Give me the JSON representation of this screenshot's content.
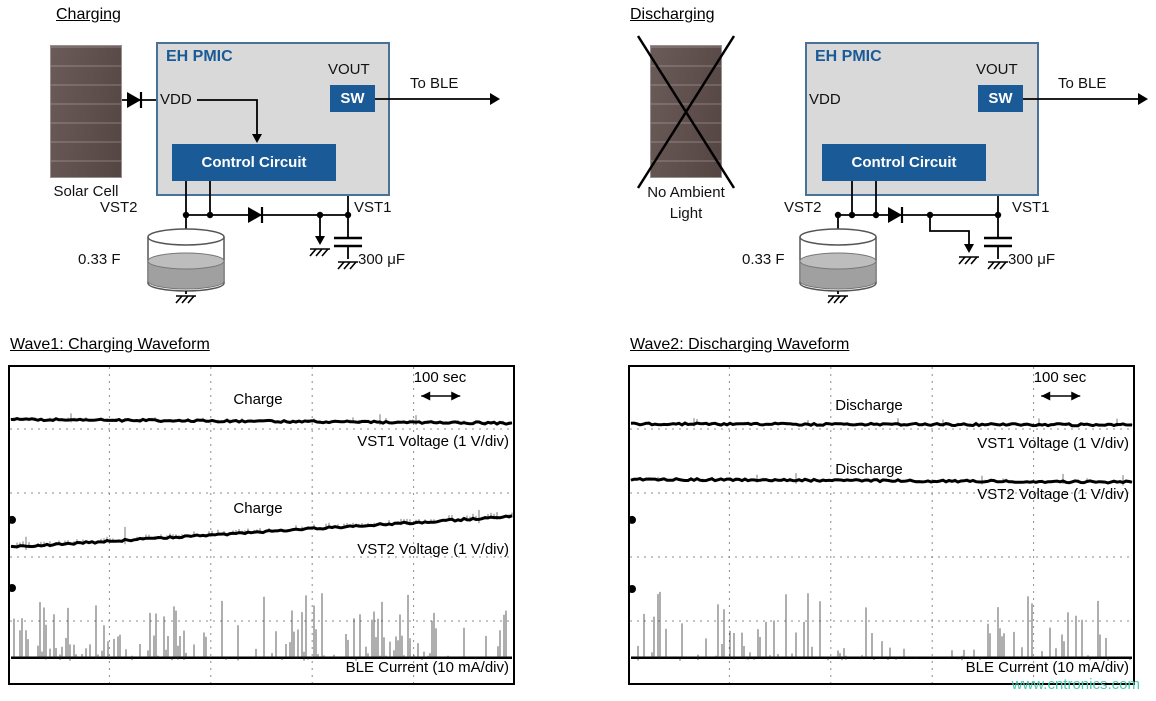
{
  "colors": {
    "accent": "#1a5a96",
    "pmic_fill": "#d9d9d9",
    "pmic_border": "#4a7299",
    "wire": "#000000",
    "watermark": "#4fc8b0"
  },
  "watermark": {
    "text": "www.cntronics.com"
  },
  "diagrams": {
    "charging": {
      "title": "Charging",
      "source_label": "Solar Cell",
      "pmic": {
        "name": "EH PMIC",
        "vdd": "VDD",
        "vout": "VOUT",
        "sw": "SW",
        "control": "Control Circuit"
      },
      "output_label": "To BLE",
      "vst2_label": "VST2",
      "vst1_label": "VST1",
      "supercap_value": "0.33 F",
      "cap_value": "300 μF"
    },
    "discharging": {
      "title": "Discharging",
      "source_label_line1": "No Ambient",
      "source_label_line2": "Light",
      "pmic": {
        "name": "EH PMIC",
        "vdd": "VDD",
        "vout": "VOUT",
        "sw": "SW",
        "control": "Control Circuit"
      },
      "output_label": "To BLE",
      "vst2_label": "VST2",
      "vst1_label": "VST1",
      "supercap_value": "0.33 F",
      "cap_value": "300 μF"
    }
  },
  "chart_data": [
    {
      "type": "line",
      "title": "Wave1: Charging Waveform",
      "time_scale": {
        "label": "100 sec",
        "seconds_per_division": 100
      },
      "grid": {
        "cols": 5,
        "rows": 5,
        "style": "dashed"
      },
      "series": [
        {
          "name": "VST1 Voltage (1 V/div)",
          "annotation": "Charge",
          "kind": "trend",
          "trend": "flat-slight-decline",
          "y_start_frac": 0.17,
          "y_end_frac": 0.182,
          "thickness": 3,
          "hair": 2.5,
          "seed": 11
        },
        {
          "name": "VST2 Voltage (1 V/div)",
          "annotation": "Charge",
          "kind": "trend",
          "trend": "rising",
          "y_start_frac": 0.57,
          "y_end_frac": 0.473,
          "thickness": 3,
          "hair": 4.5,
          "seed": 23
        },
        {
          "name": "BLE Current (10 mA/div)",
          "kind": "spikes",
          "trend": "pulsed",
          "baseline_frac": 0.915,
          "spike_max_frac": 0.2,
          "density": 0.5,
          "seed": 37
        }
      ],
      "markers_frac": [
        0.484,
        0.697
      ],
      "time_arrow": {
        "x0_frac": 0.815,
        "x1_frac": 0.892,
        "y_frac": 0.097
      }
    },
    {
      "type": "line",
      "title": "Wave2: Discharging Waveform",
      "time_scale": {
        "label": "100 sec",
        "seconds_per_division": 100
      },
      "grid": {
        "cols": 5,
        "rows": 5,
        "style": "dashed"
      },
      "series": [
        {
          "name": "VST1 Voltage (1 V/div)",
          "annotation": "Discharge",
          "kind": "trend",
          "trend": "flat",
          "y_start_frac": 0.184,
          "y_end_frac": 0.187,
          "thickness": 3,
          "hair": 2,
          "seed": 51
        },
        {
          "name": "VST2 Voltage (1 V/div)",
          "annotation": "Discharge",
          "kind": "trend",
          "trend": "flat-slight-decline",
          "y_start_frac": 0.357,
          "y_end_frac": 0.366,
          "thickness": 3,
          "hair": 2,
          "seed": 67
        },
        {
          "name": "BLE Current (10 mA/div)",
          "kind": "spikes",
          "trend": "pulsed",
          "baseline_frac": 0.915,
          "spike_max_frac": 0.2,
          "density": 0.28,
          "seed": 83
        }
      ],
      "markers_frac": [
        0.484,
        0.7
      ],
      "time_arrow": {
        "x0_frac": 0.815,
        "x1_frac": 0.892,
        "y_frac": 0.097
      }
    }
  ]
}
